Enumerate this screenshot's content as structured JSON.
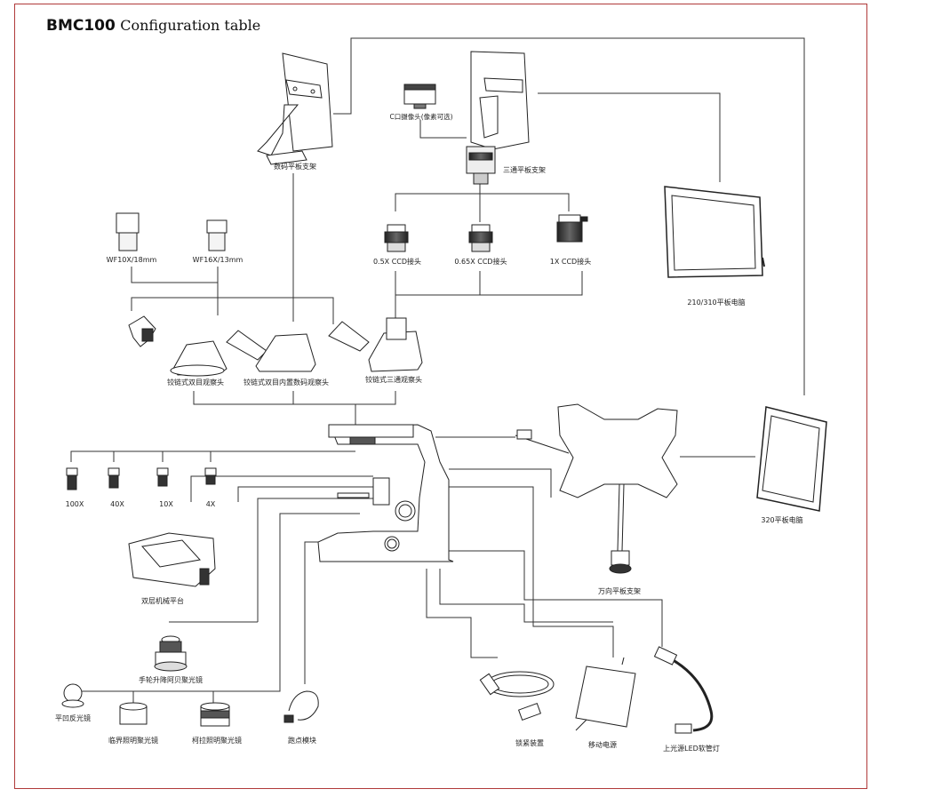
{
  "title": {
    "model": "BMC100",
    "subtitle": "Configuration table"
  },
  "components": {
    "digital_tablet_holder": "数码平板支架",
    "c_mount_camera": "C口摄像头(像素可选)",
    "trinocular_tablet_holder": "三通平板支架",
    "tablet_210_310": "210/310平板电脑",
    "eyepiece_wf10x": "WF10X/18mm",
    "eyepiece_wf16x": "WF16X/13mm",
    "ccd_05x": "0.5X CCD接头",
    "ccd_065x": "0.65X CCD接头",
    "ccd_1x": "1X CCD接头",
    "hinged_binocular_head": "铰链式双目观察头",
    "hinged_binocular_digital_head": "铰链式双目内置数码观察头",
    "hinged_trinocular_head": "铰链式三通观察头",
    "objective_100x": "100X",
    "objective_40x": "40X",
    "objective_10x": "10X",
    "objective_4x": "4X",
    "universal_tablet_holder": "万向平板支架",
    "tablet_320": "320平板电脑",
    "double_layer_stage": "双层机械平台",
    "abbe_condenser": "手轮升降阿贝聚光镜",
    "flat_mirror": "平凹反光镜",
    "critical_condenser": "临界照明聚光镜",
    "kohler_condenser": "柯拉照明聚光镜",
    "spot_light_module": "跑点模块",
    "lock_device": "锁紧装置",
    "mobile_power": "移动电源",
    "led_gooseneck_lamp": "上光源LED软管灯"
  },
  "colors": {
    "frame": "#b03a3a",
    "line": "#333333"
  }
}
